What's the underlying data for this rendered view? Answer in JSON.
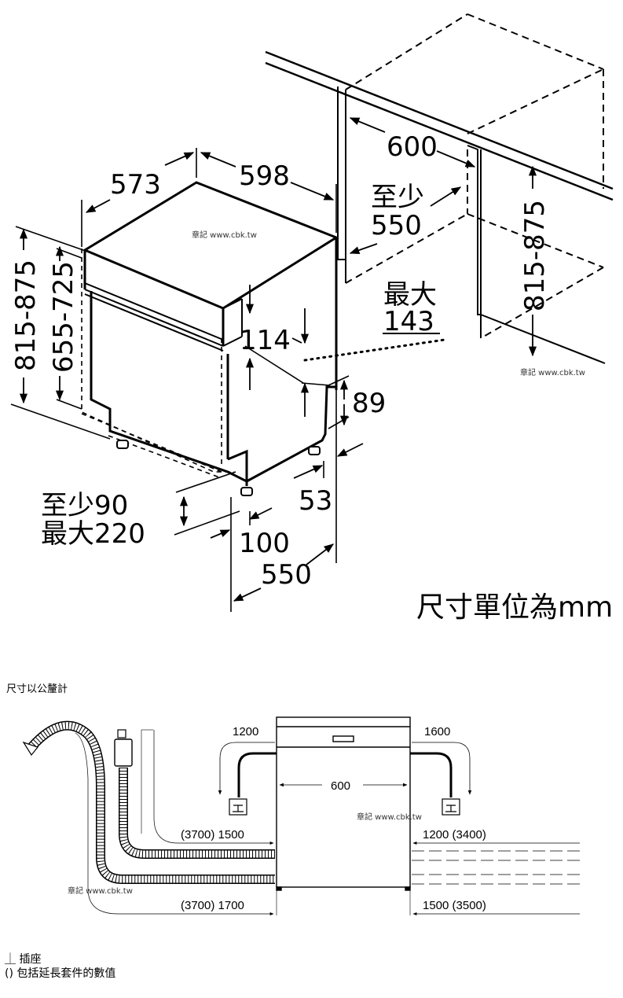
{
  "top_diagram": {
    "dim_573": "573",
    "dim_598": "598",
    "dim_600": "600",
    "min_label": "至少",
    "dim_550_top": "550",
    "max_label": "最大",
    "dim_143": "143",
    "dim_114": "114",
    "dim_89": "89",
    "dim_815_875_left": "815-875",
    "dim_655_725": "655-725",
    "dim_815_875_right": "815-875",
    "min_90": "至少90",
    "max_220": "最大220",
    "dim_53": "53",
    "dim_100": "100",
    "dim_550_bottom": "550",
    "unit_note": "尺寸單位為mm",
    "watermark": "章記 www.cbk.tw"
  },
  "bottom_diagram": {
    "heading": "尺寸以公釐計",
    "dim_1200": "1200",
    "dim_1600": "1600",
    "dim_600": "600",
    "hose_left_upper": "(3700) 1500",
    "hose_left_lower": "(3700) 1700",
    "hose_right_upper": "1200 (3400)",
    "hose_right_lower": "1500 (3500)",
    "watermark": "章記 www.cbk.tw"
  },
  "legend": {
    "socket_symbol": "⏊",
    "socket_label": "插座",
    "paren_note": "() 包括延長套件的數值"
  }
}
